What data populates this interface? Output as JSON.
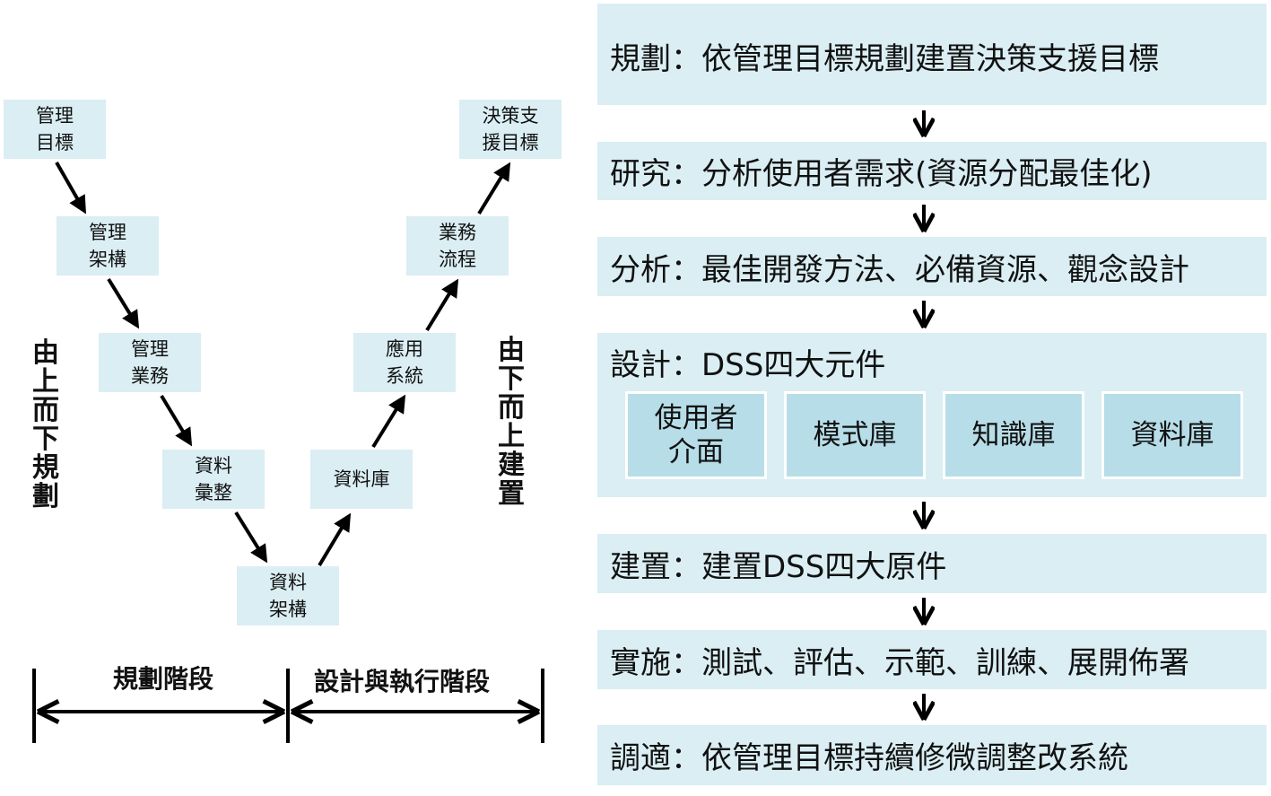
{
  "v_diagram": {
    "nodes": [
      {
        "lines": [
          "管理",
          "目標"
        ]
      },
      {
        "lines": [
          "管理",
          "架構"
        ]
      },
      {
        "lines": [
          "管理",
          "業務"
        ]
      },
      {
        "lines": [
          "資料",
          "彙整"
        ]
      },
      {
        "lines": [
          "資料",
          "架構"
        ]
      },
      {
        "lines": [
          "資料庫"
        ]
      },
      {
        "lines": [
          "應用",
          "系統"
        ]
      },
      {
        "lines": [
          "業務",
          "流程"
        ]
      },
      {
        "lines": [
          "決策支",
          "援目標"
        ]
      }
    ],
    "left_label": [
      "由",
      "上",
      "而",
      "下",
      "規",
      "劃"
    ],
    "right_label": [
      "由",
      "下",
      "而",
      "上",
      "建",
      "置"
    ],
    "phase_left": "規劃階段",
    "phase_right": "設計與執行階段"
  },
  "flow": {
    "steps": [
      "規劃：依管理目標規劃建置決策支援目標",
      "研究：分析使用者需求(資源分配最佳化)",
      "分析：最佳開發方法、必備資源、觀念設計",
      "設計：DSS四大元件",
      "建置：建置DSS四大原件",
      "實施：測試、評估、示範、訓練、展開佈署",
      "調適：依管理目標持續修微調整改系統"
    ],
    "components": [
      {
        "lines": [
          "使用者",
          "介面"
        ]
      },
      {
        "lines": [
          "模式庫"
        ]
      },
      {
        "lines": [
          "知識庫"
        ]
      },
      {
        "lines": [
          "資料庫"
        ]
      }
    ]
  },
  "colors": {
    "box_fill": "#daeef3",
    "component_fill": "#b7dde8",
    "arrow": "#000000"
  }
}
